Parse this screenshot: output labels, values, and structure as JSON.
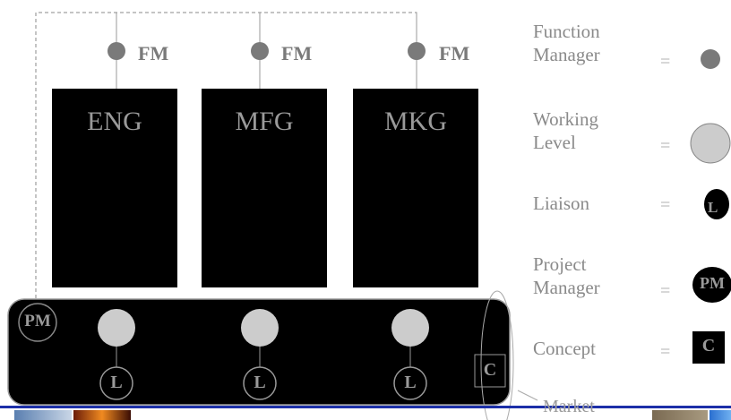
{
  "departments": [
    {
      "label": "ENG",
      "manager": "FM"
    },
    {
      "label": "MFG",
      "manager": "FM"
    },
    {
      "label": "MKG",
      "manager": "FM"
    }
  ],
  "project_team": {
    "project_manager": "PM",
    "liaisons": [
      "L",
      "L",
      "L"
    ],
    "concept": "C",
    "market": "Market"
  },
  "legend": [
    {
      "label": "Function\nManager",
      "equals": "=",
      "symbol": "function-manager"
    },
    {
      "label": "Working\nLevel",
      "equals": "=",
      "symbol": "working-level"
    },
    {
      "label": "Liaison",
      "equals": "=",
      "symbol": "liaison",
      "symbol_text": "L"
    },
    {
      "label": "Project\nManager",
      "equals": "=",
      "symbol": "project-manager",
      "symbol_text": "PM"
    },
    {
      "label": "Concept",
      "equals": "=",
      "symbol": "concept",
      "symbol_text": "C"
    }
  ],
  "colors": {
    "department_fill": "#000000",
    "manager_node": "#7a7a7a",
    "working_node": "#cccccc",
    "text_gray": "#8a8a8a",
    "bottom_band": "#1c2fa8"
  }
}
